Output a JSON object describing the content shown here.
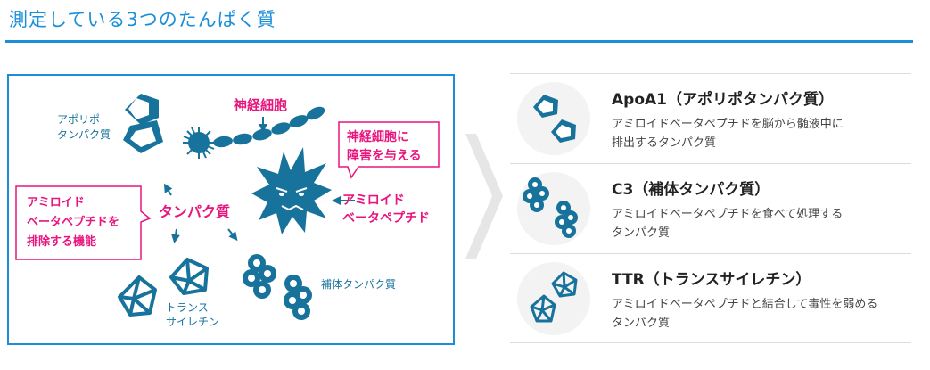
{
  "page": {
    "title": "測定している3つのたんぱく質"
  },
  "colors": {
    "accent_blue": "#1a8fd8",
    "protein_teal": "#17739b",
    "magenta": "#e8157e"
  },
  "diagram": {
    "apo_label": [
      "アポリポ",
      "タンパク質"
    ],
    "neuron_label": "神経細胞",
    "protein_label": "タンパク質",
    "removal_label": [
      "アミロイド",
      "ベータペプチドを",
      "排除する機能"
    ],
    "damage_label": [
      "神経細胞に",
      "障害を与える"
    ],
    "amyloid_label": [
      "アミロイド",
      "ベータペプチド"
    ],
    "complement_label": "補体タンパク質",
    "ttr_label": [
      "トランス",
      "サイレチン"
    ]
  },
  "proteins": [
    {
      "name": "ApoA1（アポリポタンパク質）",
      "desc": [
        "アミロイドベータペプチドを脳から髄液中に",
        "排出するタンパク質"
      ],
      "icon": "pentagon-pair-icon"
    },
    {
      "name": "C3（補体タンパク質）",
      "desc": [
        "アミロイドベータペプチドを食べて処理する",
        "タンパク質"
      ],
      "icon": "circle-cluster-icon"
    },
    {
      "name": "TTR（トランスサイレチン）",
      "desc": [
        "アミロイドベータペプチドと結合して毒性を弱める",
        "タンパク質"
      ],
      "icon": "polyhedron-pair-icon"
    }
  ]
}
